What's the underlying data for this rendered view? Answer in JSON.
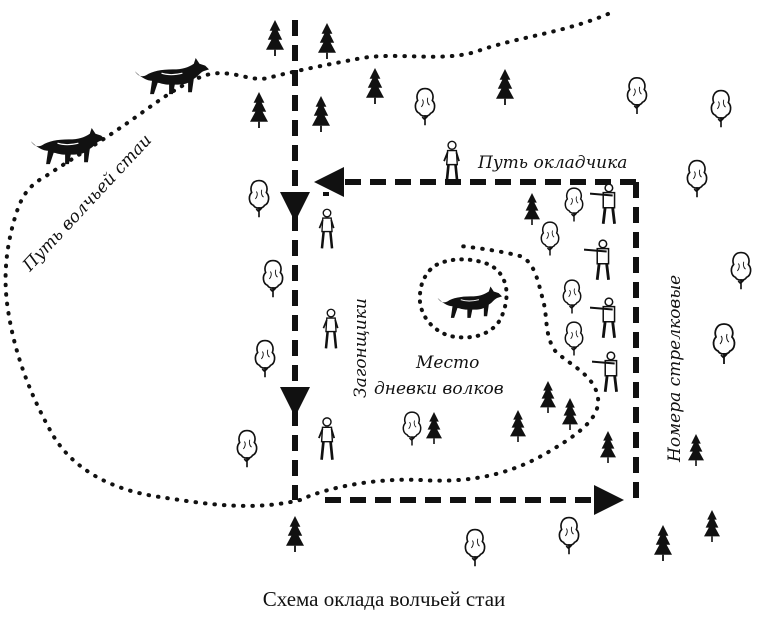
{
  "caption": "Схема оклада волчьей стаи",
  "labels": {
    "wolf_pack_path": "Путь волчьей стаи",
    "beater_path": "Путь окладчика",
    "shooter_posts": "Номера стрелковые",
    "drivers": "Загонщики",
    "den_place_line1": "Место",
    "den_place_line2": "дневки волков"
  },
  "colors": {
    "ink": "#111111",
    "background": "#ffffff"
  },
  "icons": {
    "wolf": "wolf-icon",
    "conifer": "spruce-tree-icon",
    "deciduous": "deciduous-tree-icon",
    "beater": "beater-figure-icon",
    "shooter": "shooter-figure-icon",
    "driver": "driver-figure-icon"
  }
}
